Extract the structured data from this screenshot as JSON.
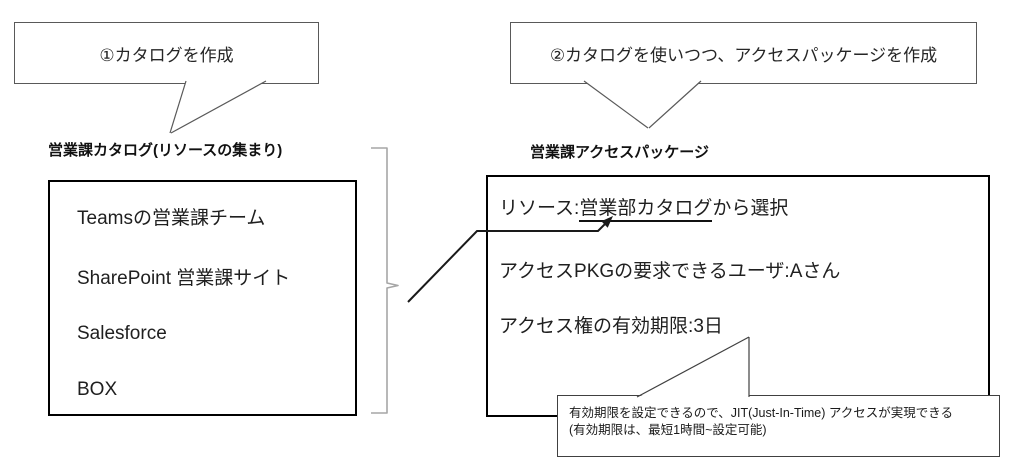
{
  "callouts": {
    "step1": {
      "label": "①カタログを作成"
    },
    "step2": {
      "label": "②カタログを使いつつ、アクセスパッケージを作成"
    }
  },
  "catalog": {
    "title": "営業課カタログ(リソースの集まり)",
    "resources": [
      "Teamsの営業課チーム",
      "SharePoint 営業課サイト",
      "Salesforce",
      "BOX"
    ]
  },
  "access_package": {
    "title": "営業課アクセスパッケージ",
    "resource_prefix": "リソース:",
    "resource_link": "営業部カタログ",
    "resource_suffix": "から選択",
    "requestor": "アクセスPKGの要求できるユーザ:Aさん",
    "expiration": "アクセス権の有効期限:3日"
  },
  "note": {
    "line1": "有効期限を設定できるので、JIT(Just-In-Time) アクセスが実現できる",
    "line2": "(有効期限は、最短1時間~設定可能)"
  },
  "colors": {
    "ink": "#1a1a1a",
    "callout_border": "#595959",
    "bracket_gray": "#a6a6a6"
  }
}
